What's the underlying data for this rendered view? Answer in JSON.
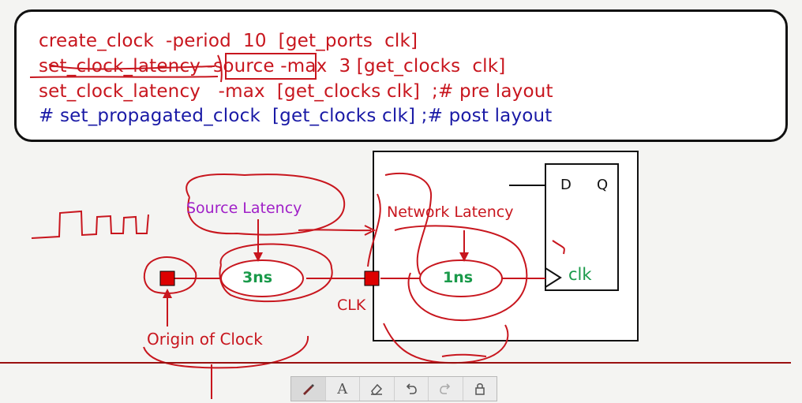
{
  "code": {
    "line1": "create_clock  -period  10  [get_ports  clk]",
    "line2a": "set_clock_latency",
    "line2b": "-source",
    "line2c": "-max  3 [get_clocks  clk]",
    "line3": "set_clock_latency   -max  [get_clocks clk]  ;# pre layout",
    "line4": "# set_propagated_clock  [get_clocks clk] ;# post layout"
  },
  "diagram": {
    "source_latency_label": "Source Latency",
    "source_latency_value": "3ns",
    "network_latency_label": "Network Latency",
    "network_latency_value": "1ns",
    "clk_pin_label": "CLK",
    "origin_label": "Origin of Clock",
    "ff_d": "D",
    "ff_q": "Q",
    "ff_clk": "clk"
  },
  "colors": {
    "red": "#c8161e",
    "blue": "#1a1aa6",
    "green": "#1a9a4a",
    "purple": "#a020c8"
  },
  "toolbar": {
    "items": [
      "pen-tool",
      "text-tool",
      "eraser-tool",
      "undo",
      "redo",
      "lock"
    ],
    "text_tool_glyph": "A"
  }
}
